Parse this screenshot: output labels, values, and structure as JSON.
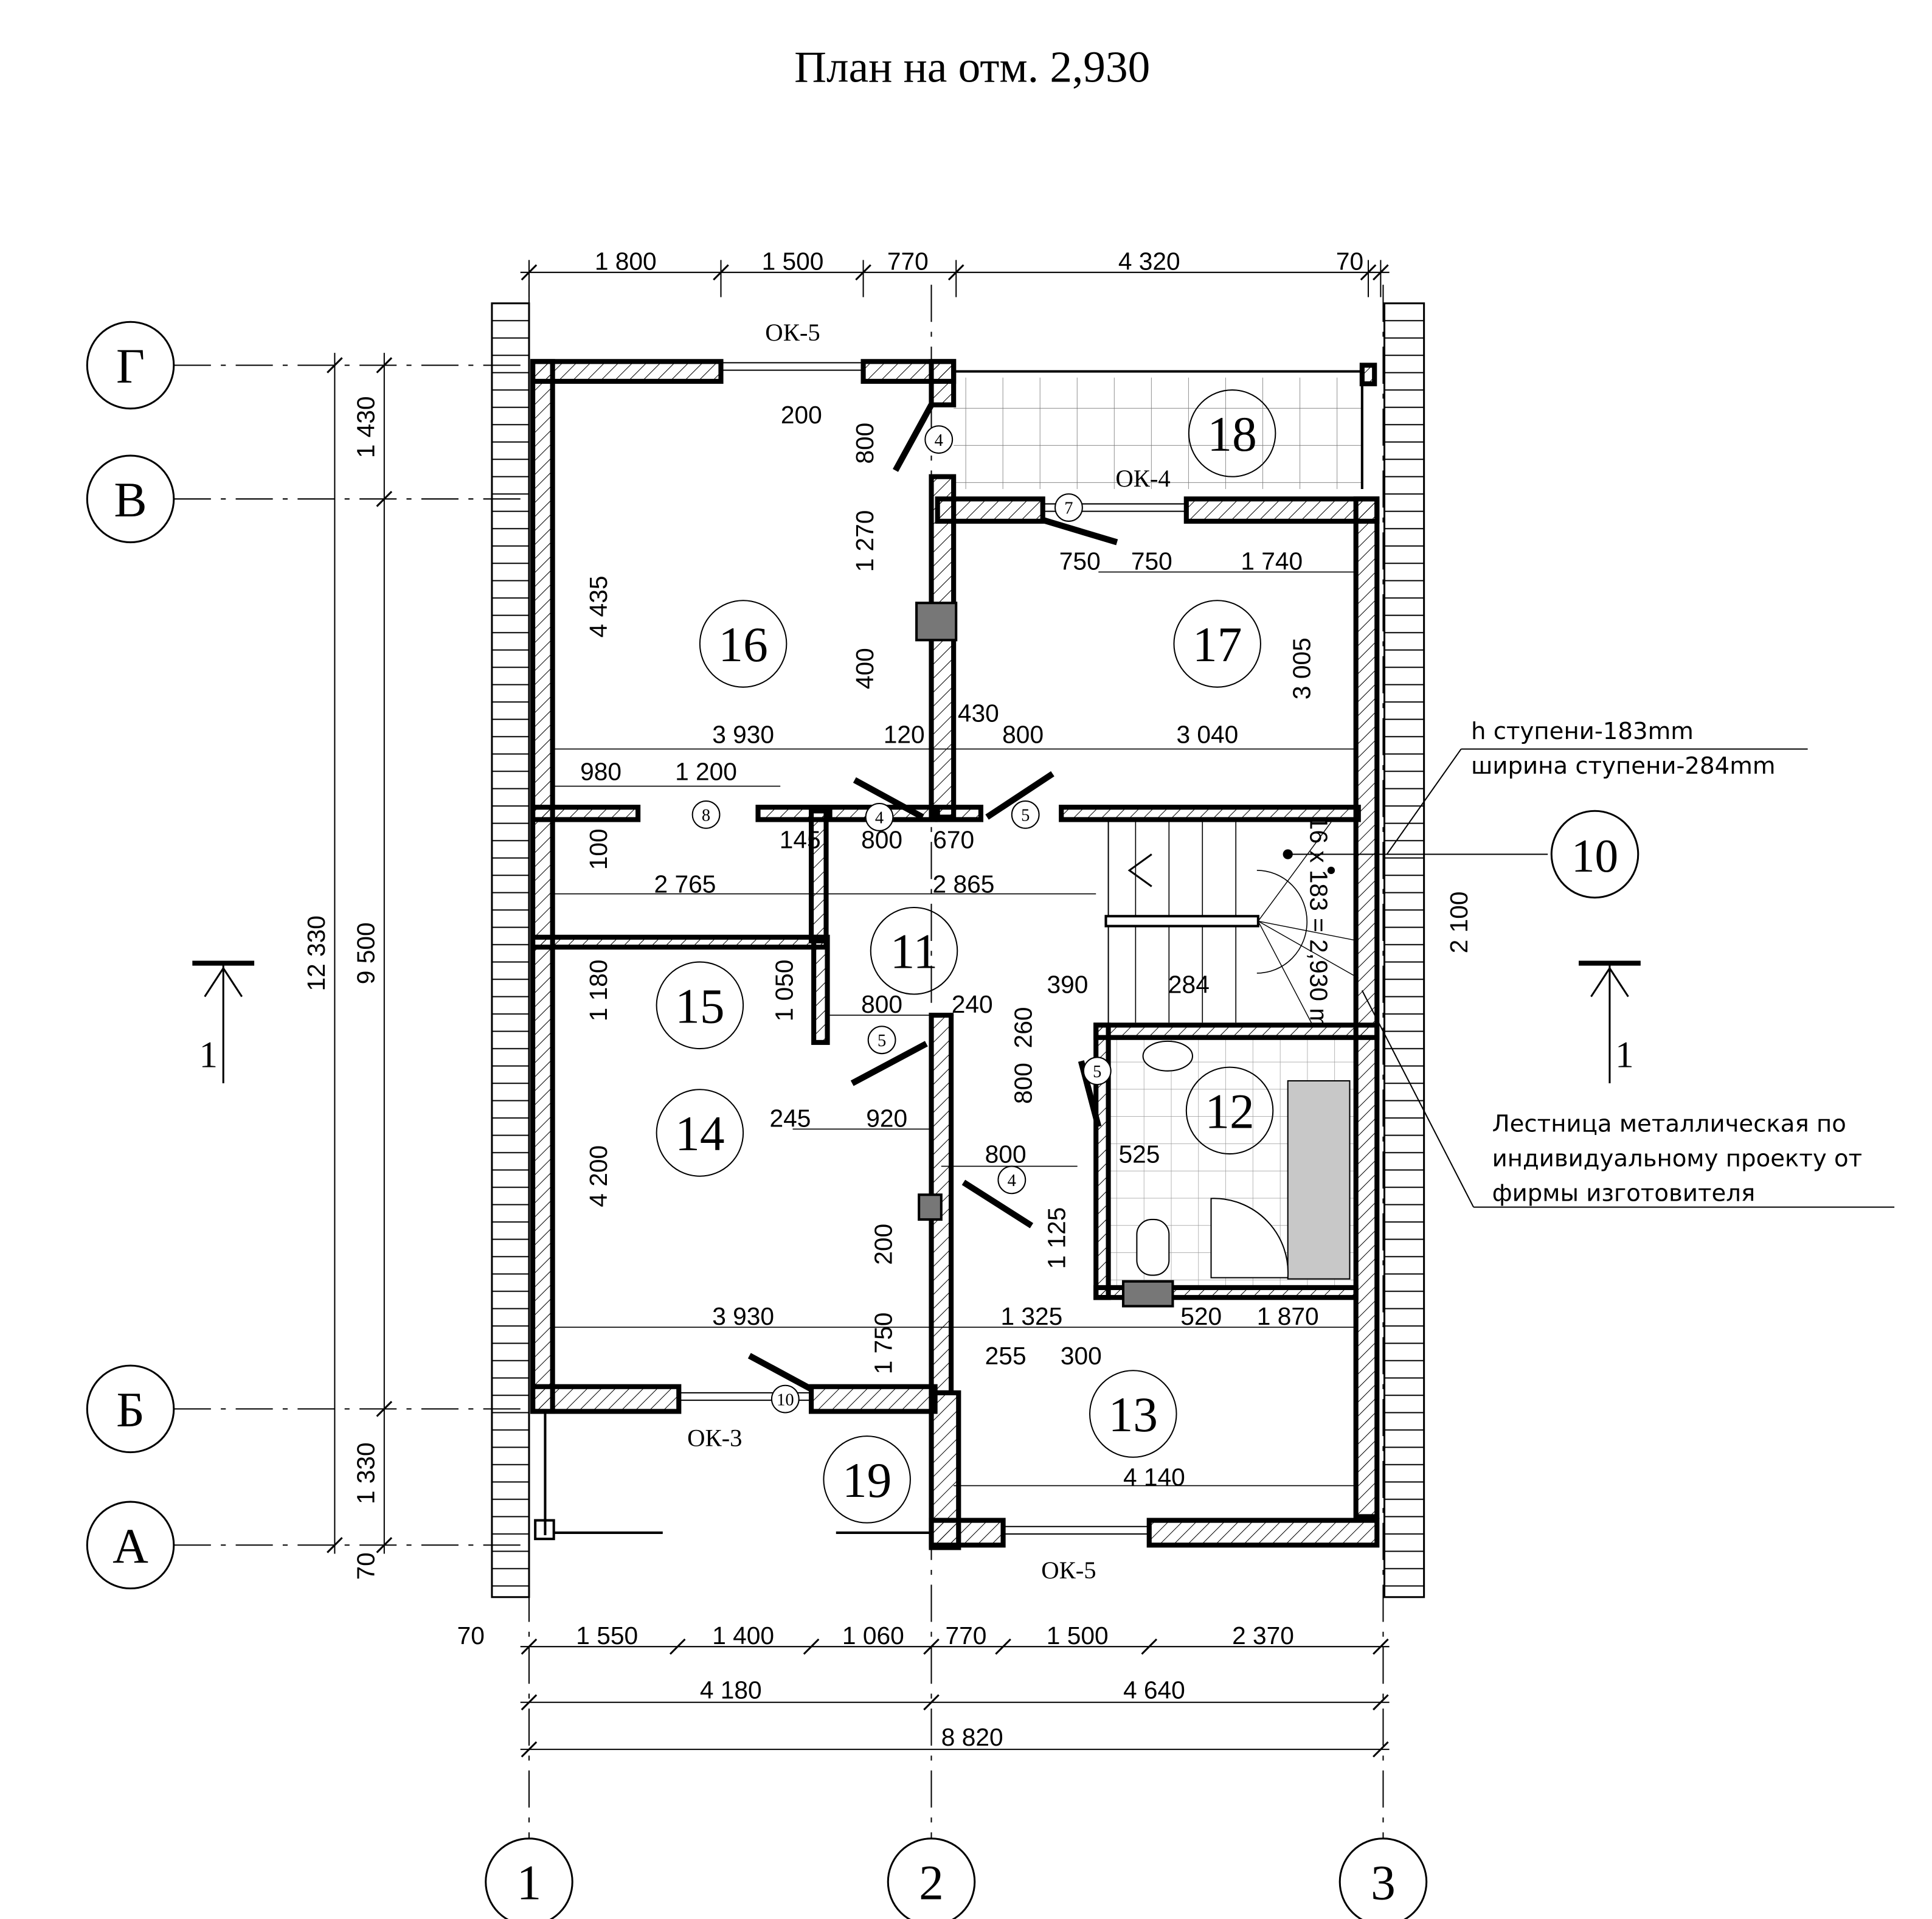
{
  "title": "План на отм. 2,930",
  "axes_rows": [
    "Г",
    "В",
    "Б",
    "А"
  ],
  "axes_cols": [
    "1",
    "2",
    "3"
  ],
  "rooms": [
    "16",
    "17",
    "18",
    "11",
    "15",
    "14",
    "12",
    "13",
    "19"
  ],
  "door_tags": [
    "4",
    "7",
    "8",
    "4",
    "5",
    "5",
    "5",
    "4",
    "10"
  ],
  "windows": [
    "ОК-5",
    "ОК-4",
    "ОК-3",
    "ОК-5"
  ],
  "stair_tag": "10",
  "stair_formula": "16 x 183 = 2,930 m",
  "section_marks": [
    "1",
    "1"
  ],
  "notes": {
    "step_height": "h ступени-183mm",
    "step_width": "ширина ступени-284mm",
    "stair_1": "Лестница металлическая по",
    "stair_2": "индивидуальному проекту от",
    "stair_3": "фирмы изготовителя"
  },
  "dims_top": [
    "1 800",
    "1 500",
    "770",
    "4 320",
    "70"
  ],
  "dims_bottom": [
    "70",
    "1 550",
    "1 400",
    "1 060",
    "770",
    "1 500",
    "2 370"
  ],
  "dims_bottom_sub": [
    "4 180",
    "4 640"
  ],
  "dims_total": "8 820",
  "dims_left": [
    "12 330",
    "1 430",
    "9 500",
    "1 330",
    "70"
  ],
  "dims_interior": [
    "200",
    "800",
    "1 270",
    "400",
    "4 435",
    "750",
    "750",
    "1 740",
    "3 005",
    "3 930",
    "120",
    "430",
    "800",
    "3 040",
    "980",
    "1 200",
    "100",
    "145",
    "800",
    "670",
    "2 765",
    "2 865",
    "2 100",
    "1 180",
    "1 050",
    "390",
    "284",
    "800",
    "240",
    "260",
    "800",
    "245",
    "920",
    "800",
    "525",
    "1 125",
    "200",
    "1 750",
    "4 200",
    "3 930",
    "1 325",
    "520",
    "1 870",
    "255",
    "300",
    "4 140"
  ]
}
